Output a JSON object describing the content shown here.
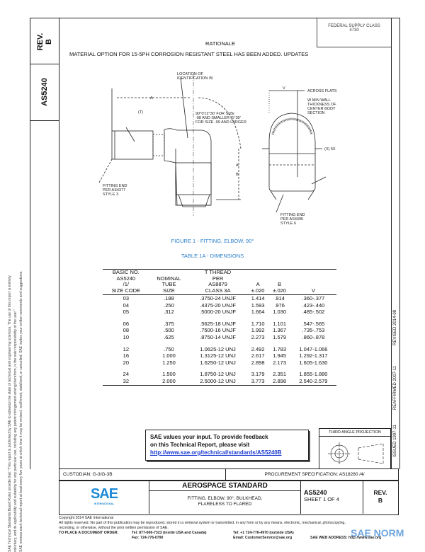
{
  "left_strip": {
    "rev_label": "REV.",
    "rev_value": "B",
    "doc_number": "AS5240"
  },
  "disclaimer_lines": [
    "SAE Technical Standards Board Rules provide that: \"This report is published by SAE to advance the state of technical and engineering sciences. The use of this report is entirely",
    "voluntary, and its applicability and suitability for any particular use, including any patent infringement arising therefrom, is the sole responsibility of the user.\"",
    "SAE reviews each technical report at least every five years at which time it may be revised, reaffirmed, stabilized, or cancelled. SAE invites your written comments and suggestions."
  ],
  "right_strip": {
    "revised": "REVISED 2014-08",
    "reaffirmed": "REAFFIRMED 2007-11",
    "issued": "ISSUED 1997-11"
  },
  "header": {
    "fsc_label": "FEDERAL SUPPLY CLASS",
    "fsc_value": "4730",
    "rationale_title": "RATIONALE",
    "rationale_text": "MATERIAL OPTION FOR 15-5PH CORROSION RESISTANT STEEL HAS BEEN ADDED.  UPDATES"
  },
  "drawing": {
    "location_note": [
      "LOCATION OF",
      "IDENTIFICATION /5/"
    ],
    "angle_note": [
      "90°0'±2°30' FOR SIZE",
      "-08 AND SMALLER (1°30'",
      "FOR SIZE -09 AND LARGER"
    ],
    "t_label": "(T)",
    "fitting_end_left": [
      "FITTING END",
      "PER AS4377",
      "STYLE 3"
    ],
    "fitting_end_right": [
      "FITTING END",
      "PER AS4395",
      "STYLE 6"
    ],
    "w_note": [
      "W MIN WALL",
      "THICKNESS OF",
      "CENTER BODY",
      "SECTION"
    ],
    "drill_path": "ACROSS FLATS",
    "dim_a": "A",
    "dim_b": "B",
    "dim_v": "V",
    "hex": "(X) 6X"
  },
  "figure_title": "FIGURE 1 - FITTING, ELBOW, 90°",
  "table_title": "TABLE 1A - DIMENSIONS",
  "table": {
    "headers": [
      [
        "BASIC NO.",
        "AS5240",
        "/1/",
        "SIZE CODE"
      ],
      [
        "",
        "NOMINAL",
        "TUBE",
        "SIZE"
      ],
      [
        "T THREAD",
        "PER",
        "AS8879",
        "CLASS 3A"
      ],
      [
        "",
        "",
        "A",
        "±.020"
      ],
      [
        "",
        "",
        "B",
        "±.020"
      ],
      [
        "",
        "",
        "",
        "V"
      ]
    ],
    "groups": [
      [
        [
          "03",
          ".188",
          ".3750-24 UNJF",
          "1.414",
          ".914",
          ".360-.377"
        ],
        [
          "04",
          ".250",
          ".4375-20 UNJF",
          "1.593",
          ".976",
          ".423-.440"
        ],
        [
          "05",
          ".312",
          ".5000-20 UNJF",
          "1.664",
          "1.030",
          ".485-.502"
        ]
      ],
      [
        [
          "06",
          ".375",
          ".5625-18 UNJF",
          "1.710",
          "1.101",
          ".547-.565"
        ],
        [
          "08",
          ".500",
          ".7500-16 UNJF",
          "1.992",
          "1.367",
          ".735-.753"
        ],
        [
          "10",
          ".625",
          ".8750-14 UNJF",
          "2.273",
          "1.579",
          ".860-.878"
        ]
      ],
      [
        [
          "12",
          ".750",
          "1.0625-12 UNJ",
          "2.492",
          "1.783",
          "1.047-1.066"
        ],
        [
          "16",
          "1.000",
          "1.3125-12 UNJ",
          "2.617",
          "1.945",
          "1.292-1.317"
        ],
        [
          "20",
          "1.250",
          "1.6250-12 UNJ",
          "2.898",
          "2.173",
          "1.605-1.630"
        ]
      ],
      [
        [
          "24",
          "1.500",
          "1.8750-12 UNJ",
          "3.179",
          "2.351",
          "1.855-1.880"
        ],
        [
          "32",
          "2.000",
          "2.5000-12 UNJ",
          "3.773",
          "2.898",
          "2.540-2.579"
        ]
      ]
    ]
  },
  "feedback": {
    "line1": "SAE values your input. To provide feedback",
    "line2": "on this Technical Report, please visit",
    "link": "http://www.sae.org/technical/standards/AS5240B"
  },
  "third_angle": "THIRD ANGLE PROJECTION",
  "custodian": "CUSTODIAN: G-3/G-3B",
  "procurement": "PROCUREMENT SPECIFICATION: AS18280 /4/",
  "title_block": {
    "logo_text": "SAE",
    "logo_sub": "INTERNATIONAL",
    "standard": "AEROSPACE STANDARD",
    "title_line1": "FITTING, ELBOW, 90°, BULKHEAD,",
    "title_line2": "FLARELESS TO FLARED",
    "doc_number": "AS5240",
    "sheet": "SHEET 1 OF 4",
    "rev_label": "REV.",
    "rev_value": "B"
  },
  "footer": {
    "copyright": "Copyright 2014 SAE International",
    "rights": "All rights reserved. No part of this publication may be reproduced, stored in a retrieval system or transmitted, in any form or by any means, electronic, mechanical, photocopying,",
    "rights2": "recording, or otherwise, without the prior written permission of SAE.",
    "order_label": "TO PLACE A DOCUMENT ORDER:",
    "tel1": "Tel: 877-606-7323 (inside USA and Canada)",
    "tel2": "Tel: +1 724-776-4970 (outside USA)",
    "fax": "Fax: 724-776-0790",
    "email": "Email: CustomerService@sae.org",
    "web": "SAE WEB ADDRESS: http://www.sae.org"
  },
  "watermark": {
    "text": "SAE NORM",
    "color": "#4a8fd6"
  },
  "colors": {
    "accent_blue": "#2a7fc9",
    "link": "#1a3ad0"
  }
}
